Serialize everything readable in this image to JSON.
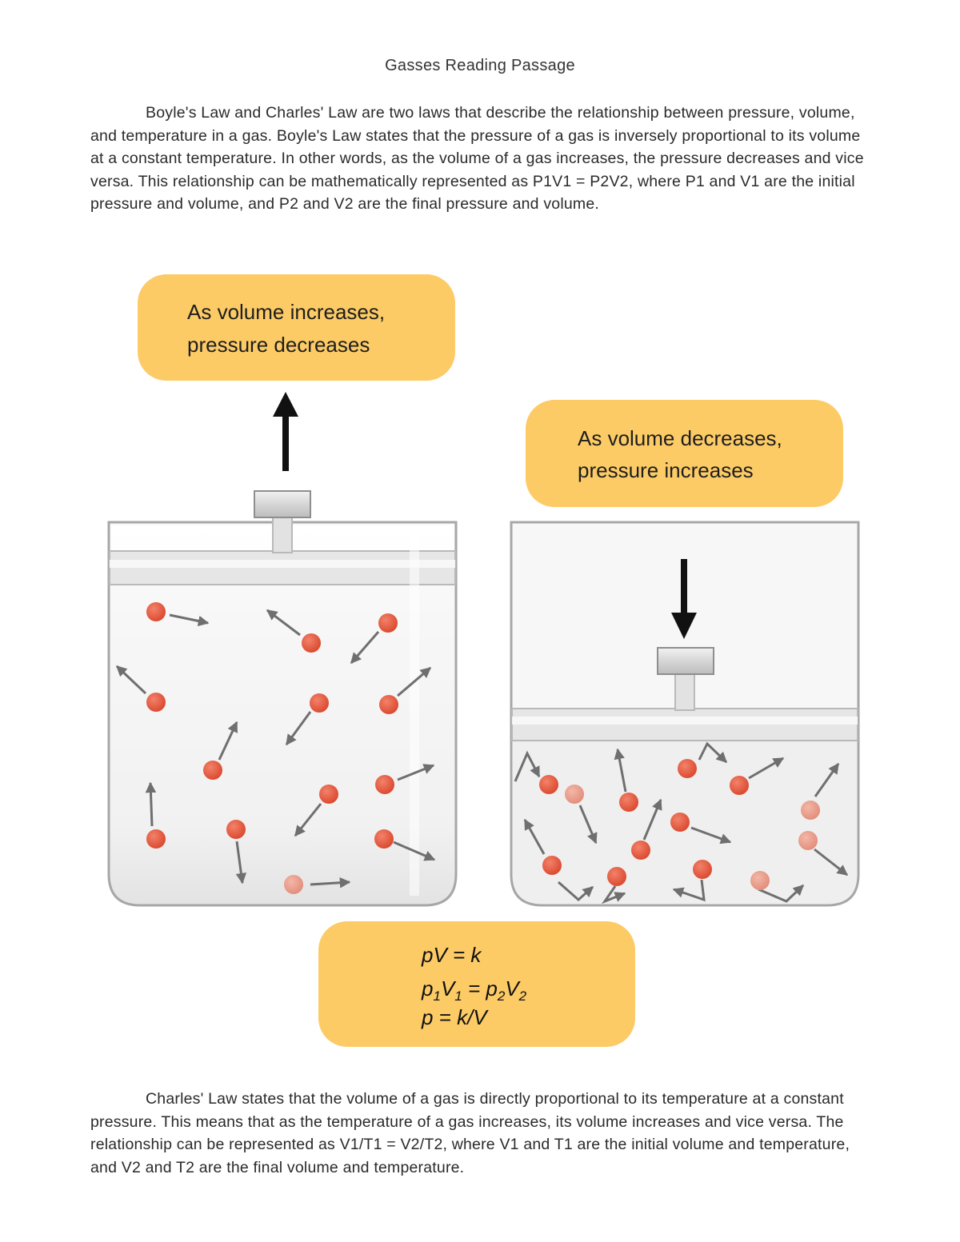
{
  "title": "Gasses Reading Passage",
  "paragraph_1": "Boyle's Law and Charles' Law are two laws that describe the relationship between pressure, volume, and temperature in a gas. Boyle's Law states that the pressure of a gas is inversely proportional to its volume at a constant temperature. In other words, as the volume of a gas increases, the pressure decreases and vice versa. This relationship can be mathematically represented as P1V1 = P2V2, where P1 and V1 are the initial pressure and volume, and P2 and V2 are the final pressure and volume.",
  "figure": {
    "callout_left": {
      "line1": "As volume increases,",
      "line2": "pressure decreases"
    },
    "callout_right": {
      "line1": "As volume decreases,",
      "line2": "pressure increases"
    },
    "formulas": {
      "line1": "pV = k",
      "line2": {
        "p": "p",
        "sub1": "1",
        "v": "V",
        "sub2": "1",
        "eq": " = ",
        "p2": "p",
        "sub3": "2",
        "v2": "V",
        "sub4": "2"
      },
      "line3": "p = k/V"
    },
    "colors": {
      "callout": "#fccb66",
      "molecule": "#e0533a",
      "arrow": "#6f6f6f",
      "container": "#a7a7a7"
    }
  },
  "paragraph_2": "Charles' Law states that the volume of a gas is directly proportional to its temperature at a constant pressure. This means that as the temperature of a gas increases, its volume increases and vice versa. The relationship can be represented as V1/T1 = V2/T2, where V1 and T1 are the initial volume and temperature, and V2 and T2 are the final volume and temperature."
}
